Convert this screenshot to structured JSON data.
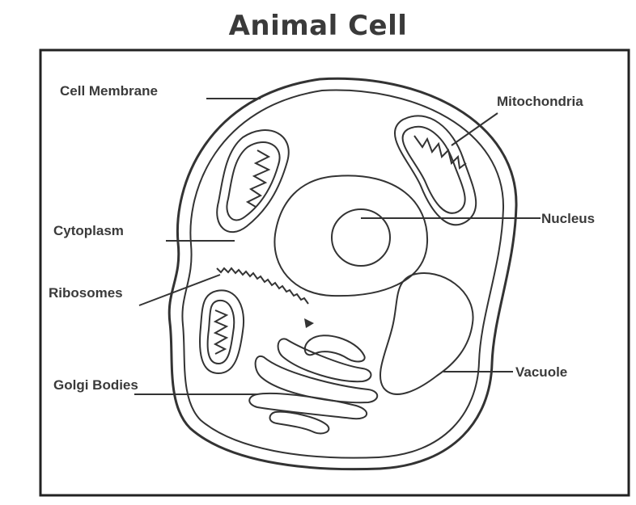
{
  "title": "Animal Cell",
  "labels": {
    "cell_membrane": "Cell Membrane",
    "mitochondria": "Mitochondria",
    "cytoplasm": "Cytoplasm",
    "nucleus": "Nucleus",
    "ribosomes": "Ribosomes",
    "vacuole": "Vacuole",
    "golgi_bodies": "Golgi Bodies"
  }
}
